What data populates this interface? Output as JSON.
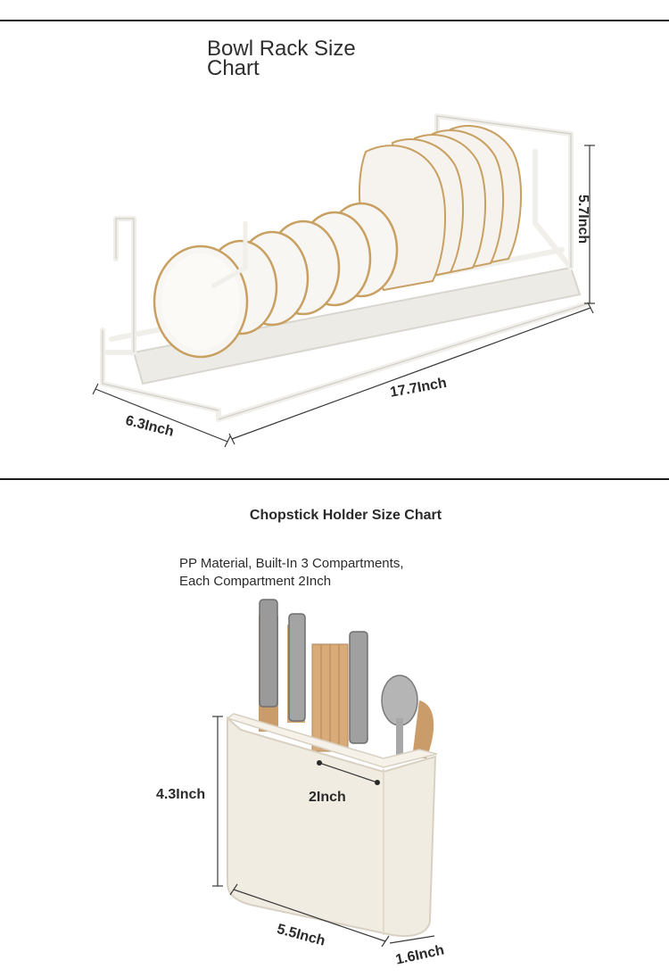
{
  "bowl_rack": {
    "title_line1": "Bowl Rack Size",
    "title_line2": "Chart",
    "height_label": "5.7Inch",
    "length_label": "17.7Inch",
    "depth_label": "6.3Inch"
  },
  "chopstick_holder": {
    "title": "Chopstick Holder Size Chart",
    "desc_line1": "PP Material, Built-In 3 Compartments,",
    "desc_line2": "Each Compartment 2Inch",
    "height_label": "4.3Inch",
    "compartment_label": "2Inch",
    "length_label": "5.5Inch",
    "depth_label": "1.6Inch"
  }
}
